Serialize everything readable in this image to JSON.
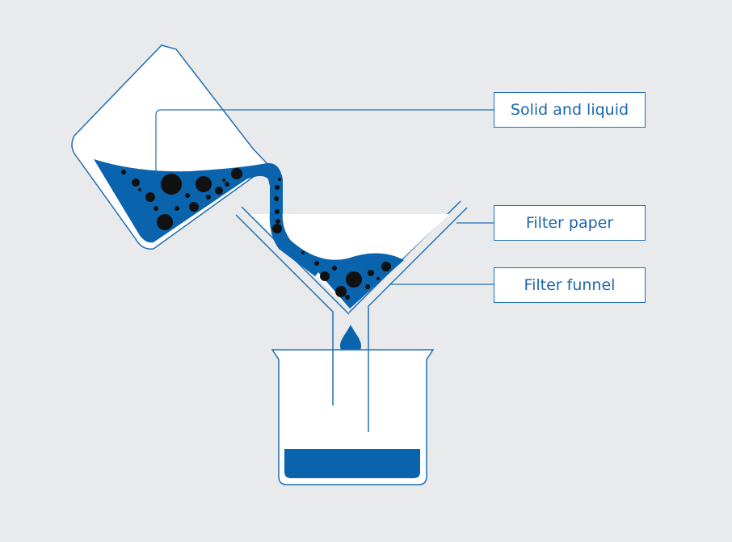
{
  "labels": {
    "solid_and_liquid": "Solid and liquid",
    "filter_paper": "Filter paper",
    "filter_funnel": "Filter funnel"
  },
  "colors": {
    "background": "#e9eaec",
    "line": "#1f6fb3",
    "liquid": "#0a63ad",
    "solid": "#111111",
    "glass": "#ffffff"
  },
  "icons": [
    "pouring-beaker-icon",
    "filter-funnel-icon",
    "collecting-beaker-icon",
    "droplet-icon"
  ]
}
